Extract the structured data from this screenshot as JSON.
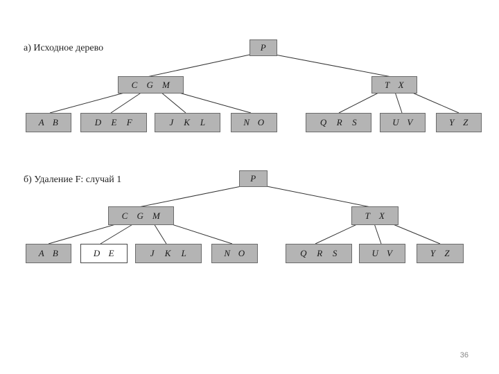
{
  "diagram_a": {
    "caption": "а) Исходное дерево",
    "root": [
      "P"
    ],
    "left": [
      "C",
      "G",
      "M"
    ],
    "right": [
      "T",
      "X"
    ],
    "leaves": [
      [
        "A",
        "B"
      ],
      [
        "D",
        "E",
        "F"
      ],
      [
        "J",
        "K",
        "L"
      ],
      [
        "N",
        "O"
      ],
      [
        "Q",
        "R",
        "S"
      ],
      [
        "U",
        "V"
      ],
      [
        "Y",
        "Z"
      ]
    ]
  },
  "diagram_b": {
    "caption": "б) Удаление F: случай 1",
    "root": [
      "P"
    ],
    "left": [
      "C",
      "G",
      "M"
    ],
    "right": [
      "T",
      "X"
    ],
    "leaves": [
      [
        "A",
        "B"
      ],
      [
        "D",
        "E"
      ],
      [
        "J",
        "K",
        "L"
      ],
      [
        "N",
        "O"
      ],
      [
        "Q",
        "R",
        "S"
      ],
      [
        "U",
        "V"
      ],
      [
        "Y",
        "Z"
      ]
    ]
  },
  "page_number": "36",
  "colors": {
    "node_fill": "#b4b4b4",
    "highlight_fill": "#ffffff",
    "edge": "#333333"
  }
}
